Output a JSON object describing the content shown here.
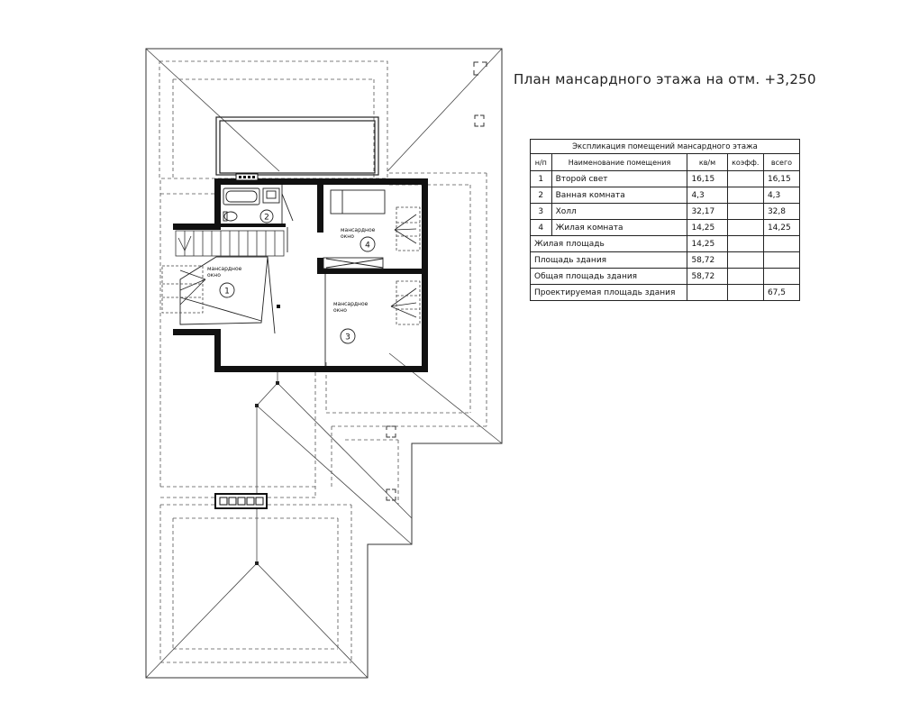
{
  "title": "План мансардного этажа на отм. +3,250",
  "plan": {
    "rooms": [
      {
        "number": "1",
        "window_label_1": "мансардное",
        "window_label_2": "окно"
      },
      {
        "number": "2"
      },
      {
        "number": "3",
        "window_label_1": "мансардное",
        "window_label_2": "окно"
      },
      {
        "number": "4",
        "window_label_1": "мансардное",
        "window_label_2": "окно"
      }
    ]
  },
  "table": {
    "caption": "Экспликация помещений мансардного этажа",
    "headers": {
      "number": "н/п",
      "name": "Наименование помещения",
      "area": "кв/м",
      "coef": "коэфф.",
      "total": "всего"
    },
    "rows": [
      {
        "number": "1",
        "name": "Второй свет",
        "area": "16,15",
        "coef": "",
        "total": "16,15"
      },
      {
        "number": "2",
        "name": "Ванная комната",
        "area": "4,3",
        "coef": "",
        "total": "4,3"
      },
      {
        "number": "3",
        "name": "Холл",
        "area": "32,17",
        "coef": "",
        "total": "32,8"
      },
      {
        "number": "4",
        "name": "Жилая комната",
        "area": "14,25",
        "coef": "",
        "total": "14,25"
      }
    ],
    "summary": [
      {
        "label": "Жилая площадь",
        "area": "14,25",
        "coef": "",
        "total": ""
      },
      {
        "label": "Площадь здания",
        "area": "58,72",
        "coef": "",
        "total": ""
      },
      {
        "label": "Общая площадь здания",
        "area": "58,72",
        "coef": "",
        "total": ""
      }
    ],
    "design_area": {
      "label": "Проектируемая площадь здания",
      "total": "67,5"
    }
  }
}
